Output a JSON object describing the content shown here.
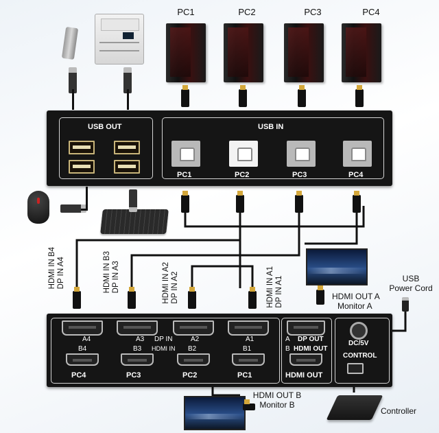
{
  "pc_labels": [
    "PC1",
    "PC2",
    "PC3",
    "PC4"
  ],
  "usb_out": {
    "title": "USB OUT"
  },
  "usb_in": {
    "title": "USB IN",
    "ports": [
      "PC1",
      "PC2",
      "PC3",
      "PC4"
    ]
  },
  "hdmi_inputs": [
    {
      "line1": "HDMI IN B4",
      "line2": "DP IN A4"
    },
    {
      "line1": "HDMI IN B3",
      "line2": "DP IN A3"
    },
    {
      "line1": "HDMI IN A2",
      "line2": "DP IN A2"
    },
    {
      "line1": "HDMI IN A1",
      "line2": "DP IN A1"
    }
  ],
  "output_labels": {
    "hdmi_out_a": "HDMI OUT A",
    "monitor_a": "Monitor A",
    "usb": "USB",
    "power_cord": "Power Cord",
    "hdmi_out_b": "HDMI OUT B",
    "monitor_b": "Monitor B",
    "controller": "Controller"
  },
  "bottom_panel": {
    "dp_ports": [
      "A4",
      "A3",
      "A2",
      "A1"
    ],
    "dp_in": "DP IN",
    "hdmi_ports": [
      "B4",
      "B3",
      "B2",
      "B1"
    ],
    "hdmi_in": "HDMI IN",
    "pc_labels": [
      "PC4",
      "PC3",
      "PC2",
      "PC1"
    ],
    "out_a": "A",
    "dp_out": "DP OUT",
    "out_b": "B",
    "hdmi_out": "HDMI OUT",
    "hdmi_out_section": "HDMI OUT",
    "power": "DC/5V",
    "control": "CONTROL"
  }
}
